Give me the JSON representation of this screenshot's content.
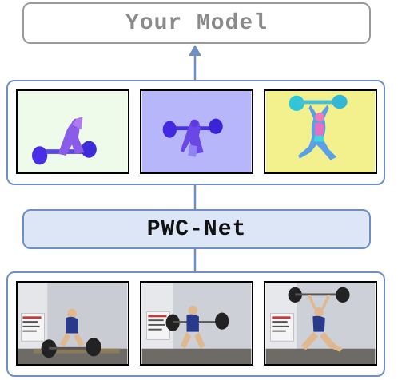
{
  "model": {
    "label": "Your Model"
  },
  "network": {
    "label": "PWC-Net"
  },
  "colors": {
    "model_border": "#9a9a9a",
    "model_text": "#8a8a8a",
    "group_border": "#6e8fc4",
    "pwc_fill": "#dce6f7",
    "arrow": "#6e8fc4"
  },
  "flow_maps": [
    {
      "name": "flow-map-1",
      "background": "#eefbea"
    },
    {
      "name": "flow-map-2",
      "background": "#b8b6fb"
    },
    {
      "name": "flow-map-3",
      "background": "#f3f08e"
    }
  ],
  "video_frames": [
    {
      "name": "video-frame-1",
      "pose": "squat-start"
    },
    {
      "name": "video-frame-2",
      "pose": "pull"
    },
    {
      "name": "video-frame-3",
      "pose": "catch"
    }
  ]
}
